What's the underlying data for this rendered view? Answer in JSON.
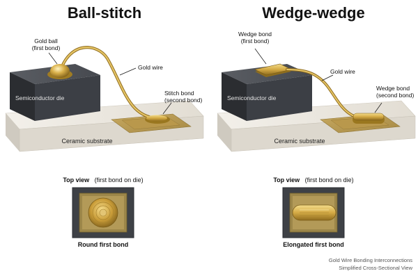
{
  "panels": {
    "left": {
      "title": "Ball-stitch",
      "first_bond_line1": "Gold ball",
      "first_bond_line2": "(first bond)",
      "wire_label": "Gold wire",
      "second_bond_line1": "Stitch bond",
      "second_bond_line2": "(second bond)",
      "die_label": "Semiconductor die",
      "substrate_label": "Ceramic substrate",
      "top_view_bold": "Top view",
      "top_view_rest": "(first bond on die)",
      "bond_caption": "Round first bond"
    },
    "right": {
      "title": "Wedge-wedge",
      "first_bond_line1": "Wedge bond",
      "first_bond_line2": "(first bond)",
      "wire_label": "Gold wire",
      "second_bond_line1": "Wedge bond",
      "second_bond_line2": "(second bond)",
      "die_label": "Semiconductor die",
      "substrate_label": "Ceramic substrate",
      "top_view_bold": "Top view",
      "top_view_rest": "(first bond on die)",
      "bond_caption": "Elongated first bond"
    }
  },
  "caption": {
    "line1": "Gold Wire Bonding Interconnections",
    "line2": "Simplified Cross-Sectional View"
  },
  "colors": {
    "gold": "#d4aa45",
    "gold_dark": "#9c7a25",
    "die": "#3a3d42",
    "substrate": "#e8e4dc"
  }
}
